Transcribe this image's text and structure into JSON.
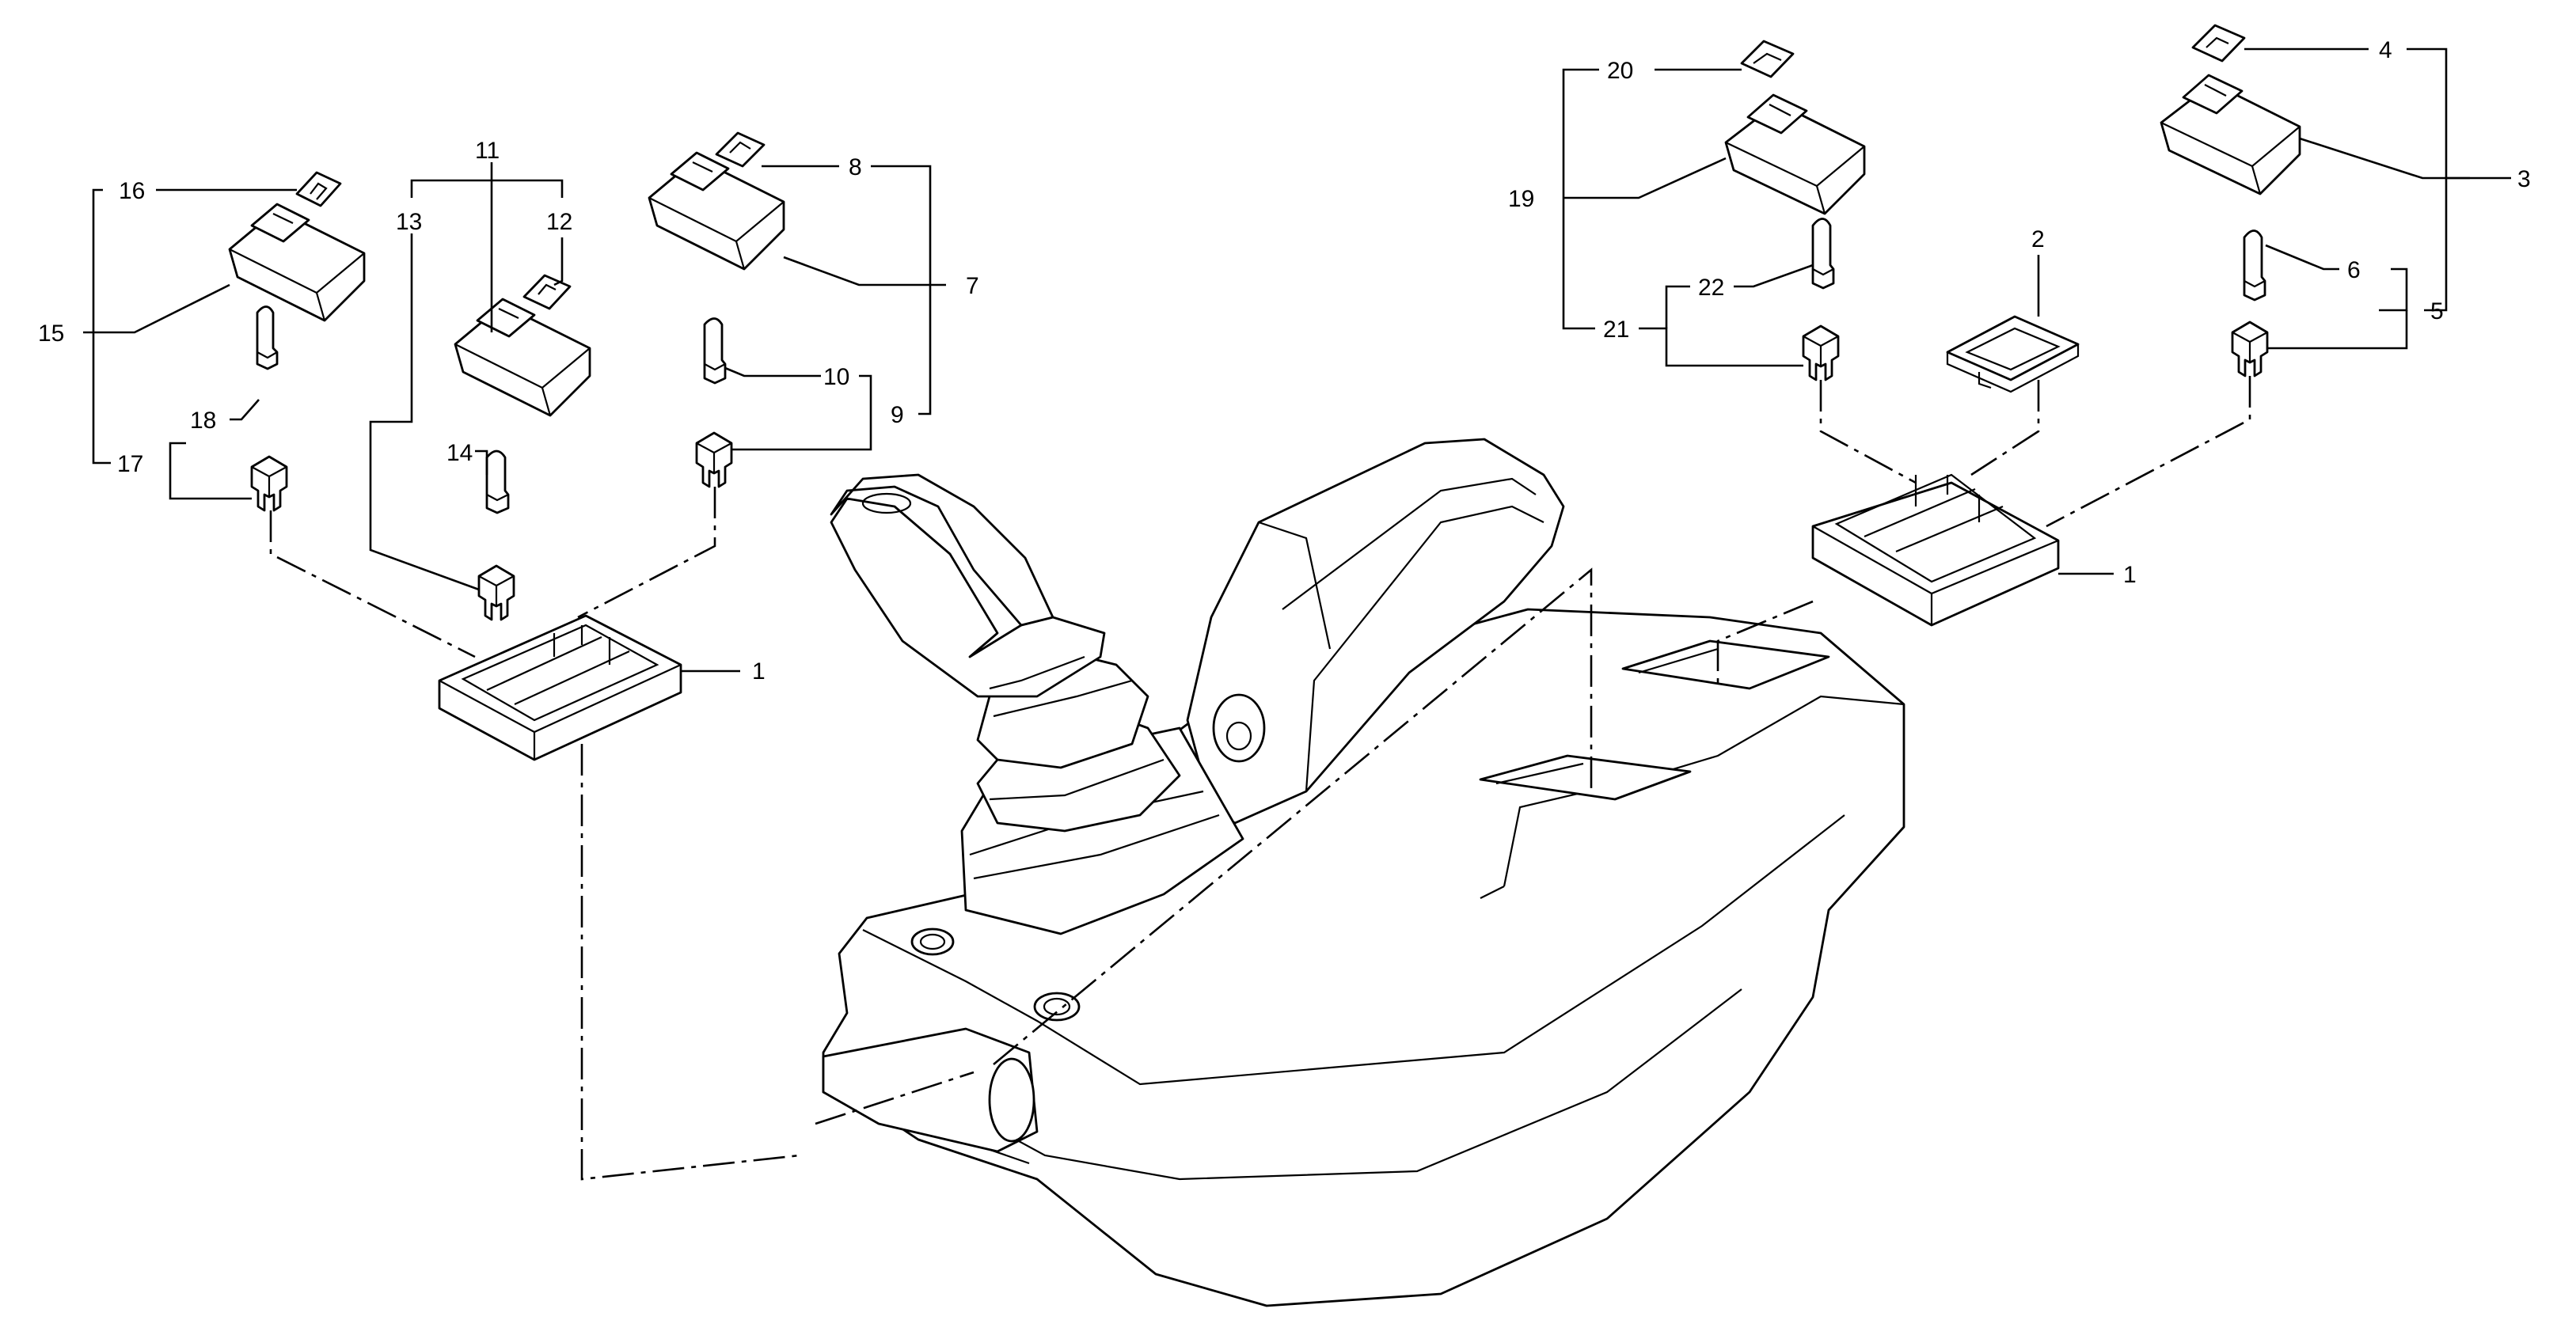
{
  "callouts": [
    {
      "id": "c1a",
      "text": "1"
    },
    {
      "id": "c1b",
      "text": "1"
    },
    {
      "id": "c2",
      "text": "2"
    },
    {
      "id": "c3",
      "text": "3"
    },
    {
      "id": "c4",
      "text": "4"
    },
    {
      "id": "c5",
      "text": "5"
    },
    {
      "id": "c6",
      "text": "6"
    },
    {
      "id": "c7",
      "text": "7"
    },
    {
      "id": "c8",
      "text": "8"
    },
    {
      "id": "c9",
      "text": "9"
    },
    {
      "id": "c10",
      "text": "10"
    },
    {
      "id": "c11",
      "text": "11"
    },
    {
      "id": "c12",
      "text": "12"
    },
    {
      "id": "c13",
      "text": "13"
    },
    {
      "id": "c14",
      "text": "14"
    },
    {
      "id": "c15",
      "text": "15"
    },
    {
      "id": "c16",
      "text": "16"
    },
    {
      "id": "c17",
      "text": "17"
    },
    {
      "id": "c18",
      "text": "18"
    },
    {
      "id": "c19",
      "text": "19"
    },
    {
      "id": "c20",
      "text": "20"
    },
    {
      "id": "c21",
      "text": "21"
    },
    {
      "id": "c22",
      "text": "22"
    }
  ],
  "colors": {
    "ink": "#000000",
    "paper": "#ffffff"
  }
}
